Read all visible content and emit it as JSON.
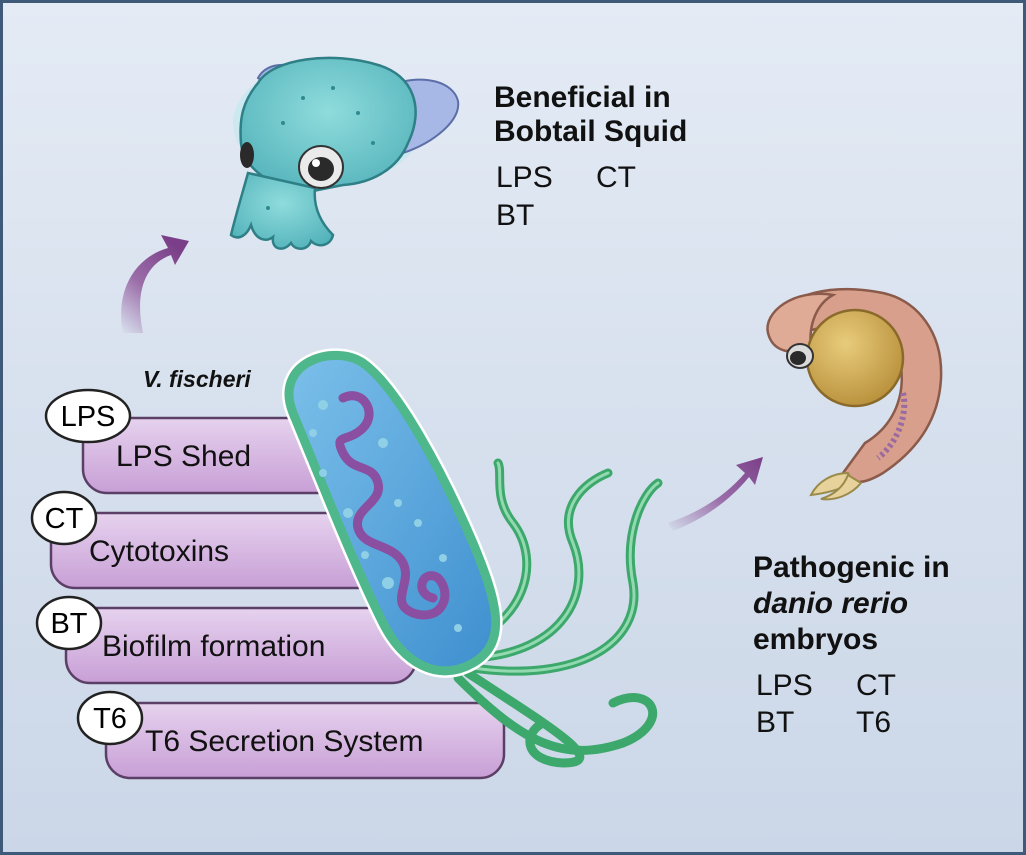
{
  "squid": {
    "heading_line1": "Beneficial in",
    "heading_line2": "Bobtail Squid",
    "factors": [
      "LPS",
      "CT",
      "BT"
    ]
  },
  "zebrafish": {
    "heading_line1": "Pathogenic in",
    "heading_line2": "danio rerio",
    "heading_line3": "embryos",
    "factors": [
      "LPS",
      "CT",
      "BT",
      "T6"
    ]
  },
  "bacterium": {
    "species": "V. fischeri"
  },
  "virulence_bars": [
    {
      "badge": "LPS",
      "label": "LPS Shed"
    },
    {
      "badge": "CT",
      "label": "Cytotoxins"
    },
    {
      "badge": "BT",
      "label": "Biofilm formation"
    },
    {
      "badge": "T6",
      "label": "T6 Secretion System"
    }
  ],
  "colors": {
    "background": "#d8e1ee",
    "border": "#3f5a78",
    "bar_fill": "#d7b6e0",
    "arrow": "#8a4f96",
    "squid_body": "#6fc9c9",
    "cell_membrane": "#5fbf8f",
    "cell_interior": "#5aa6dc",
    "dna": "#8a4fa0",
    "flagella": "#48b878",
    "embryo_yolk": "#d2aa4c",
    "embryo_body": "#d8a08c"
  }
}
